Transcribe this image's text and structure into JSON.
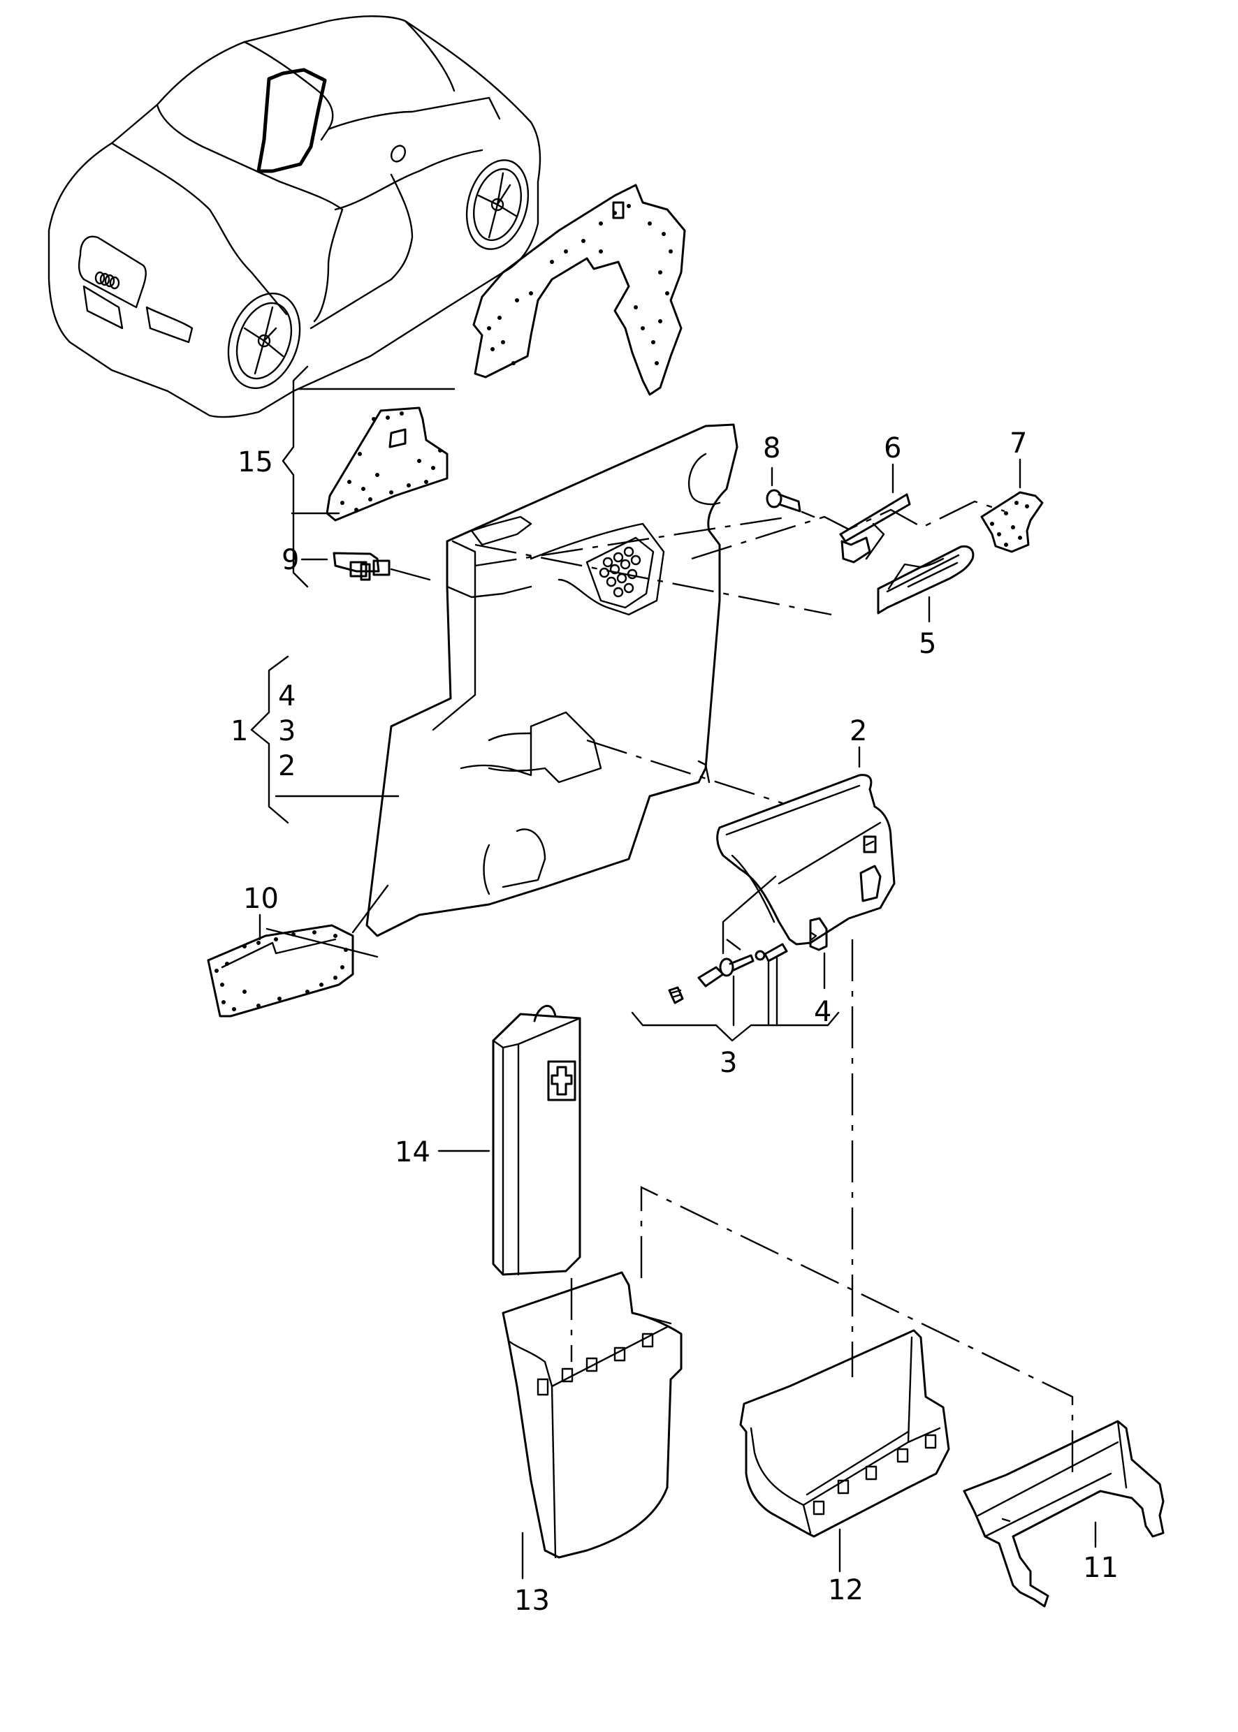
{
  "diagram": {
    "type": "exploded-parts-diagram",
    "subject": "Side trim panel, storage compartment and first-aid kit holder",
    "callouts": [
      {
        "id": "15",
        "label": "15"
      },
      {
        "id": "9",
        "label": "9"
      },
      {
        "id": "1",
        "label": "1"
      },
      {
        "id": "1-4",
        "label": "4"
      },
      {
        "id": "1-3",
        "label": "3"
      },
      {
        "id": "1-2",
        "label": "2"
      },
      {
        "id": "8",
        "label": "8"
      },
      {
        "id": "6",
        "label": "6"
      },
      {
        "id": "7",
        "label": "7"
      },
      {
        "id": "5",
        "label": "5"
      },
      {
        "id": "2",
        "label": "2"
      },
      {
        "id": "10",
        "label": "10"
      },
      {
        "id": "4",
        "label": "4"
      },
      {
        "id": "3",
        "label": "3"
      },
      {
        "id": "14",
        "label": "14"
      },
      {
        "id": "13",
        "label": "13"
      },
      {
        "id": "12",
        "label": "12"
      },
      {
        "id": "11",
        "label": "11"
      }
    ],
    "parts": [
      {
        "name": "vehicle-overview",
        "ref": ""
      },
      {
        "name": "insulation-mat-upper",
        "ref": "15"
      },
      {
        "name": "insulation-mat-triangle",
        "ref": "15"
      },
      {
        "name": "side-trim-panel",
        "ref": "1"
      },
      {
        "name": "clip",
        "ref": "9"
      },
      {
        "name": "screw",
        "ref": "8"
      },
      {
        "name": "bracket",
        "ref": "6"
      },
      {
        "name": "insulation-pad",
        "ref": "7"
      },
      {
        "name": "handle-trim",
        "ref": "5"
      },
      {
        "name": "storage-compartment-lid",
        "ref": "2"
      },
      {
        "name": "insulation-block",
        "ref": "10"
      },
      {
        "name": "retainer-clip",
        "ref": "4"
      },
      {
        "name": "fastener-set",
        "ref": "3"
      },
      {
        "name": "first-aid-kit",
        "ref": "14"
      },
      {
        "name": "holder-tall",
        "ref": "13"
      },
      {
        "name": "storage-tray",
        "ref": "12"
      },
      {
        "name": "holder-frame",
        "ref": "11"
      }
    ]
  }
}
